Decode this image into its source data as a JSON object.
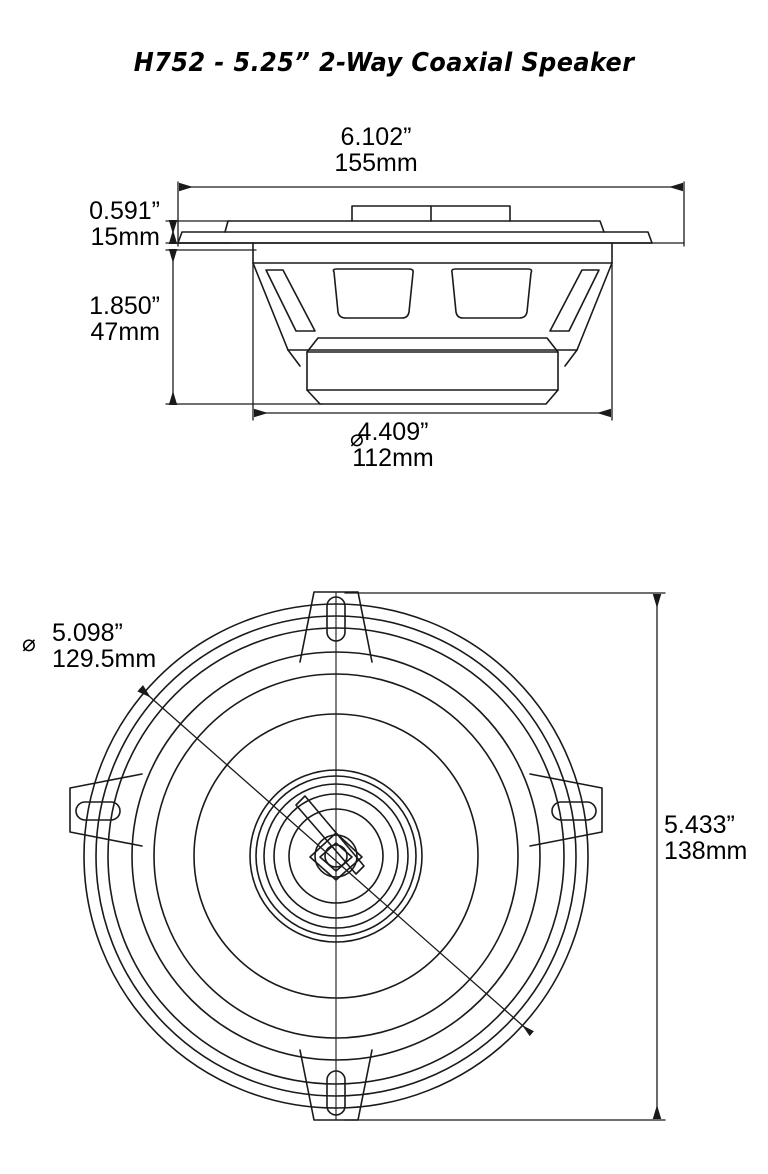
{
  "document": {
    "title": "H752 - 5.25” 2-Way Coaxial Speaker",
    "background_color": "#ffffff",
    "line_color": "#1a1a1a",
    "text_color": "#000000"
  },
  "views": {
    "side": {
      "name": "side-profile-view",
      "dimensions": {
        "overall_width": {
          "inch": "6.102”",
          "metric": "155mm",
          "symbol": ""
        },
        "flange_height": {
          "inch": "0.591”",
          "metric": "15mm",
          "symbol": ""
        },
        "mounting_depth": {
          "inch": "1.850”",
          "metric": "47mm",
          "symbol": ""
        },
        "cutout_diameter": {
          "inch": "4.409”",
          "metric": "112mm",
          "symbol": "⌀"
        }
      }
    },
    "plan": {
      "name": "front-plan-view",
      "dimensions": {
        "bolt_circle_diameter": {
          "inch": "5.098”",
          "metric": "129.5mm",
          "symbol": "⌀"
        },
        "overall_height": {
          "inch": "5.433”",
          "metric": "138mm",
          "symbol": ""
        }
      }
    }
  },
  "labels": {
    "overall_width_inch": "6.102”",
    "overall_width_mm": "155mm",
    "flange_height_inch": "0.591”",
    "flange_height_mm": "15mm",
    "mounting_depth_inch": "1.850”",
    "mounting_depth_mm": "47mm",
    "cutout_dia_inch": "4.409”",
    "cutout_dia_mm": "112mm",
    "cutout_dia_symbol": "⌀",
    "bolt_circle_inch": "5.098”",
    "bolt_circle_mm": "129.5mm",
    "bolt_circle_symbol": "⌀",
    "overall_height_inch": "5.433”",
    "overall_height_mm": "138mm"
  }
}
